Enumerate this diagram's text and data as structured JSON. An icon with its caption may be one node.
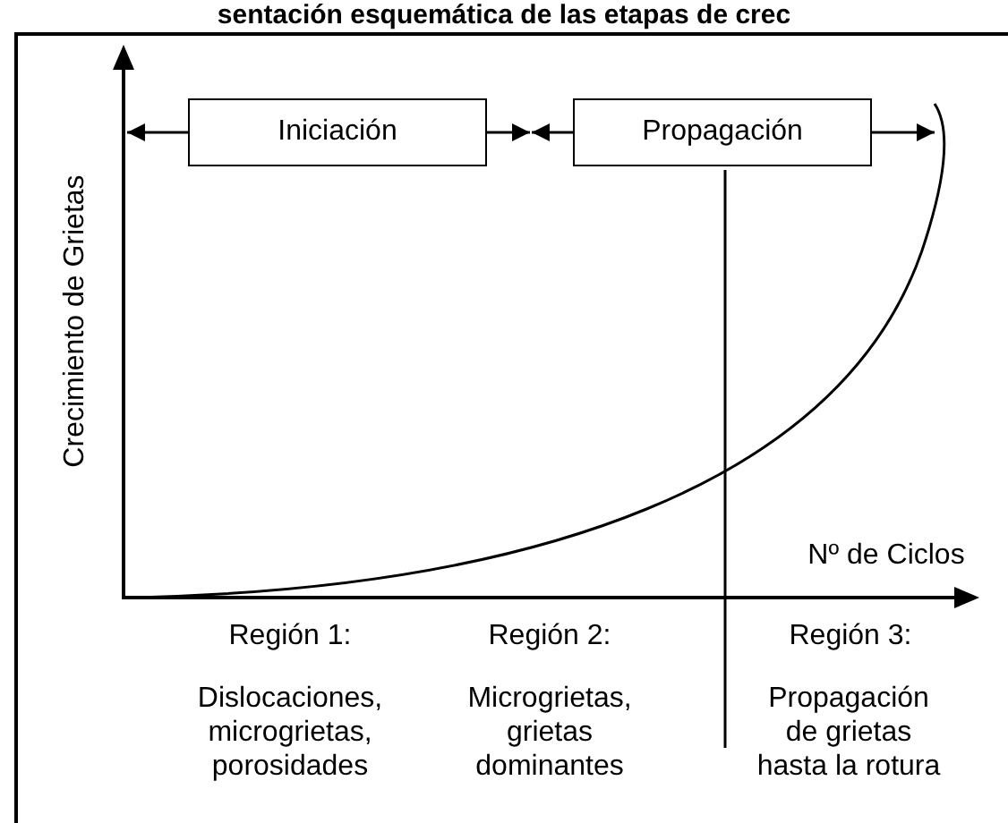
{
  "diagram": {
    "title": "sentación esquemática de las etapas de crec",
    "nodes": [
      {
        "text": [
          "Iniciación"
        ]
      },
      {
        "text": [
          "Propagación"
        ]
      }
    ],
    "edges": [
      {
        "from": 0,
        "to": null,
        "arrow": "to"
      },
      {
        "from": 0,
        "to": null,
        "arrow": "to"
      },
      {
        "from": 1,
        "to": null,
        "arrow": "to"
      },
      {
        "from": 1,
        "to": null,
        "arrow": "to"
      }
    ],
    "labels": [
      "Crecimiento de Grietas",
      "Nº de Ciclos",
      "Región 1:",
      "Región 2:",
      "Región 3:",
      "Dislocaciones, microgrietas, porosidades",
      "Microgrietas, grietas dominantes",
      "Propagación de grietas hasta la rotura"
    ]
  }
}
